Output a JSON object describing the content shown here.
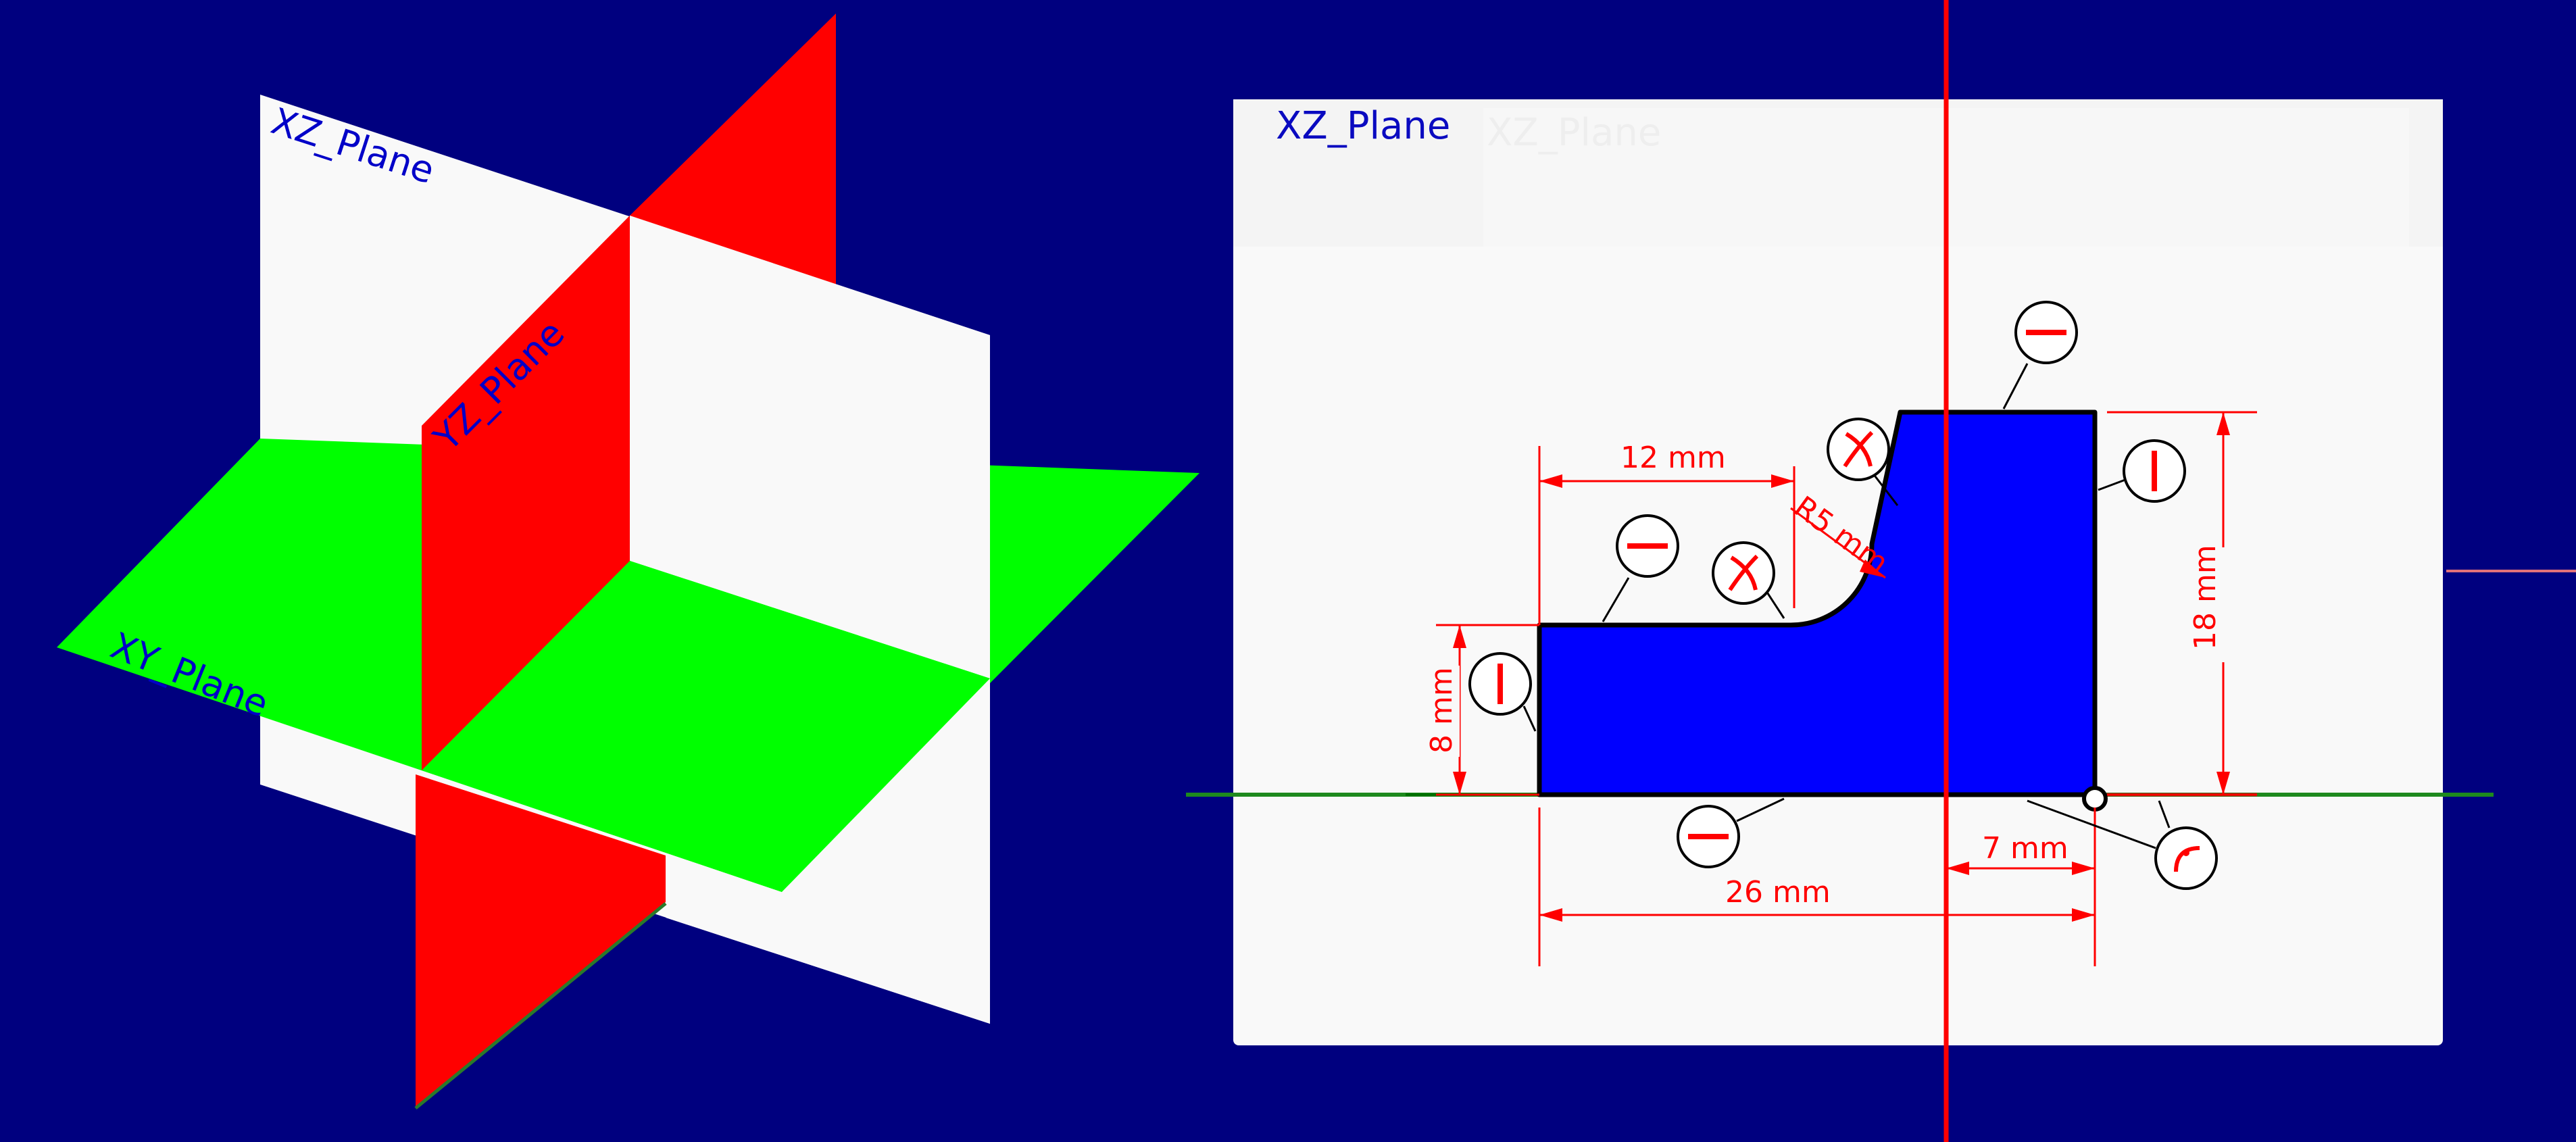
{
  "colors": {
    "background": "#00007f",
    "xz_plane": "#f9f9f9",
    "yz_plane": "#ff0000",
    "xy_plane": "#00ff00",
    "profile_fill": "#0000ff",
    "dimension": "#ff0000",
    "label_text": "#0000c8"
  },
  "left_view": {
    "xz_label": "XZ_Plane",
    "yz_label": "YZ_Plane",
    "xy_label": "XY_Plane"
  },
  "sketch": {
    "title": "XZ_Plane",
    "ghost_title": "XZ_Plane",
    "dimensions": {
      "top_width": "12 mm",
      "fillet_radius": "R5 mm",
      "left_height": "8 mm",
      "right_height": "18 mm",
      "origin_offset": "7 mm",
      "total_width": "26 mm"
    },
    "constraint_icons": [
      "horizontal-constraint-icon",
      "vertical-constraint-icon",
      "tangent-constraint-icon",
      "coincident-origin-icon"
    ]
  }
}
